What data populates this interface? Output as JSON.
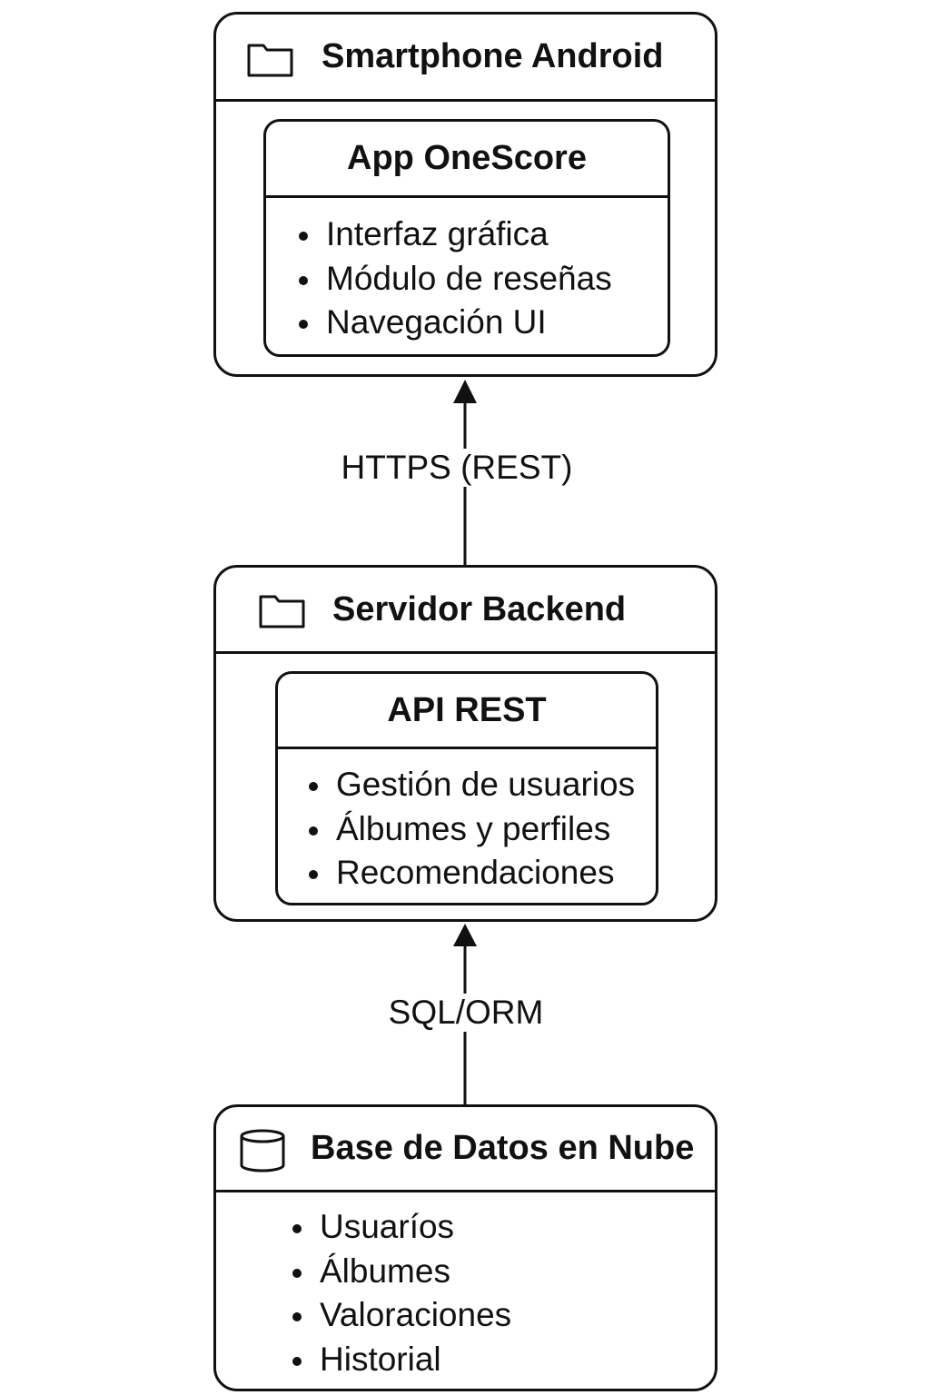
{
  "smartphone": {
    "title": "Smartphone Android",
    "icon": "folder-icon",
    "app": {
      "title": "App OneScore",
      "items": [
        "Interfaz gráfica",
        "Módulo de reseñas",
        "Navegación UI"
      ]
    }
  },
  "connector_top": {
    "label": "HTTPS (REST)"
  },
  "backend": {
    "title": "Servidor Backend",
    "icon": "folder-icon",
    "api": {
      "title": "API REST",
      "items": [
        "Gestión de usuarios",
        "Álbumes y perfiles",
        "Recomendaciones"
      ]
    }
  },
  "connector_bottom": {
    "label": "SQL/ORM"
  },
  "database": {
    "title": "Base de Datos en Nube",
    "icon": "database-icon",
    "items": [
      "Usuaríos",
      "Álbumes",
      "Valoraciones",
      "Historial"
    ]
  }
}
